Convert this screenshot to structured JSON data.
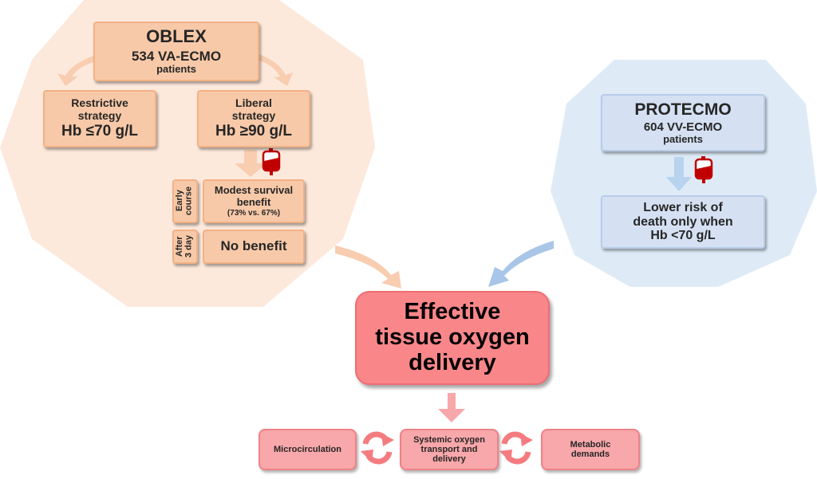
{
  "colors": {
    "oblex_bg": "#fde9dc",
    "oblex_box": "#f8c9a8",
    "protecmo_bg": "#deebf7",
    "protecmo_box": "#d5e1f3",
    "outcome_main": "#f9878a",
    "outcome_small": "#f8a7aa",
    "blood_bag": "#c00000"
  },
  "oblex": {
    "title": "OBLEX",
    "subtitle": "534 VA-ECMO",
    "patients": "patients",
    "restrictive": {
      "line1": "Restrictive",
      "line2": "strategy",
      "threshold": "Hb ≤70 g/L"
    },
    "liberal": {
      "line1": "Liberal",
      "line2": "strategy",
      "threshold": "Hb ≥90 g/L"
    },
    "early_label": {
      "line1": "Early",
      "line2": "course"
    },
    "early_result": {
      "line1": "Modest survival",
      "line2": "benefit",
      "detail": "(73% vs. 67%)"
    },
    "late_label": {
      "line1": "After",
      "line2": "3 day"
    },
    "late_result": "No benefit",
    "icon": "blood-bag-icon"
  },
  "protecmo": {
    "title": "PROTECMO",
    "subtitle": "604 VV-ECMO",
    "patients": "patients",
    "result": {
      "line1": "Lower risk of",
      "line2": "death only when",
      "line3": "Hb <70 g/L"
    },
    "icon": "blood-bag-icon"
  },
  "center": {
    "line1": "Effective",
    "line2": "tissue oxygen",
    "line3": "delivery"
  },
  "bottom": {
    "left": "Microcirculation",
    "middle": {
      "line1": "Systemic oxygen",
      "line2": "transport and",
      "line3": "delivery"
    },
    "right": {
      "line1": "Metabolic",
      "line2": "demands"
    },
    "cycle_icon": "cycle-arrows-icon"
  }
}
